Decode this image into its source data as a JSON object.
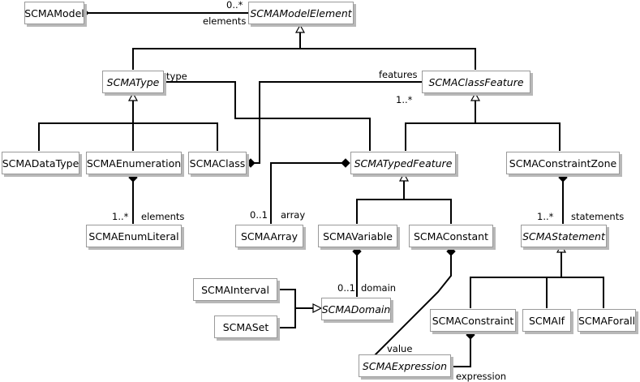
{
  "classes": {
    "model": "SCMAModel",
    "model_element": "SCMAModelElement",
    "type": "SCMAType",
    "class_feature": "SCMAClassFeature",
    "data_type": "SCMADataType",
    "enumeration": "SCMAEnumeration",
    "class": "SCMAClass",
    "typed_feature": "SCMATypedFeature",
    "constraint_zone": "SCMAConstraintZone",
    "enum_literal": "SCMAEnumLiteral",
    "array": "SCMAArray",
    "variable": "SCMAVariable",
    "constant": "SCMAConstant",
    "statement": "SCMAStatement",
    "interval": "SCMAInterval",
    "domain": "SCMADomain",
    "set": "SCMASet",
    "constraint": "SCMAConstraint",
    "if": "SCMAIf",
    "forall": "SCMAForall",
    "expression": "SCMAExpression"
  },
  "labels": {
    "elements_mult": "0..*",
    "elements_role": "elements",
    "type_role": "type",
    "features_role": "features",
    "features_mult": "1..*",
    "enum_elements_mult": "1..*",
    "enum_elements_role": "elements",
    "array_mult": "0..1",
    "array_role": "array",
    "statements_mult": "1..*",
    "statements_role": "statements",
    "domain_mult": "0..1",
    "domain_role": "domain",
    "value_role": "value",
    "expression_role": "expression"
  }
}
